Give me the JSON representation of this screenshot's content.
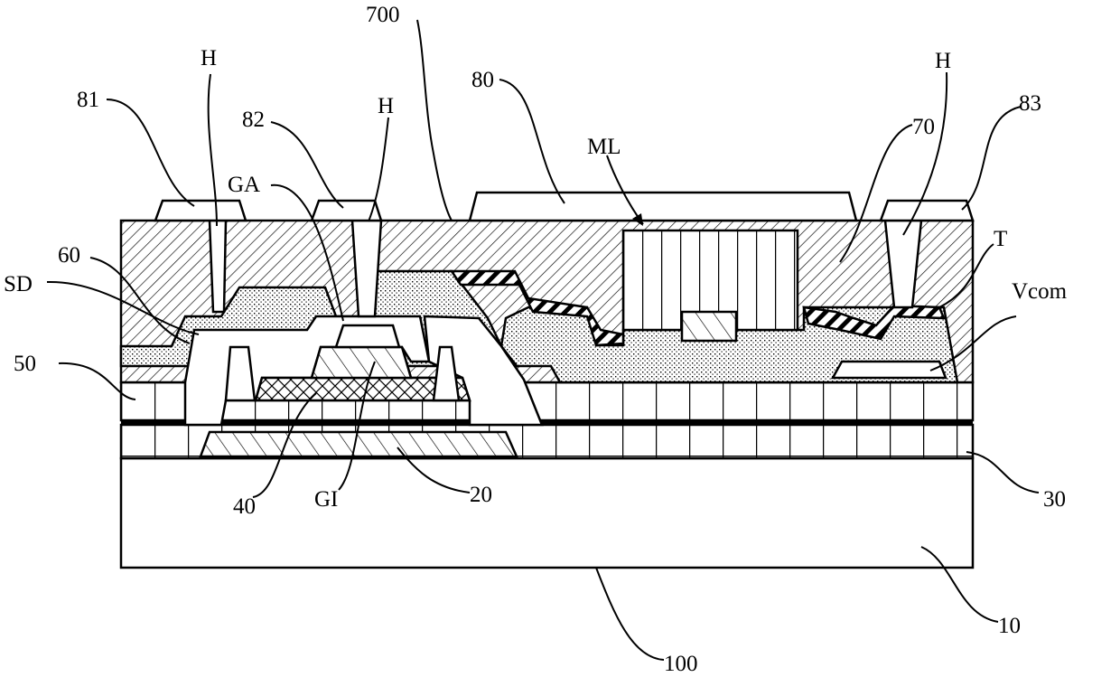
{
  "labels": {
    "l700": "700",
    "l80": "80",
    "l81": "81",
    "l82": "82",
    "l83": "83",
    "hLeft": "H",
    "hMid": "H",
    "hRight": "H",
    "ga": "GA",
    "ml": "ML",
    "l70": "70",
    "l60": "60",
    "sd": "SD",
    "t": "T",
    "vcom": "Vcom",
    "l50": "50",
    "l40": "40",
    "gi": "GI",
    "l20": "20",
    "l30": "30",
    "l10": "10",
    "l100": "100"
  }
}
